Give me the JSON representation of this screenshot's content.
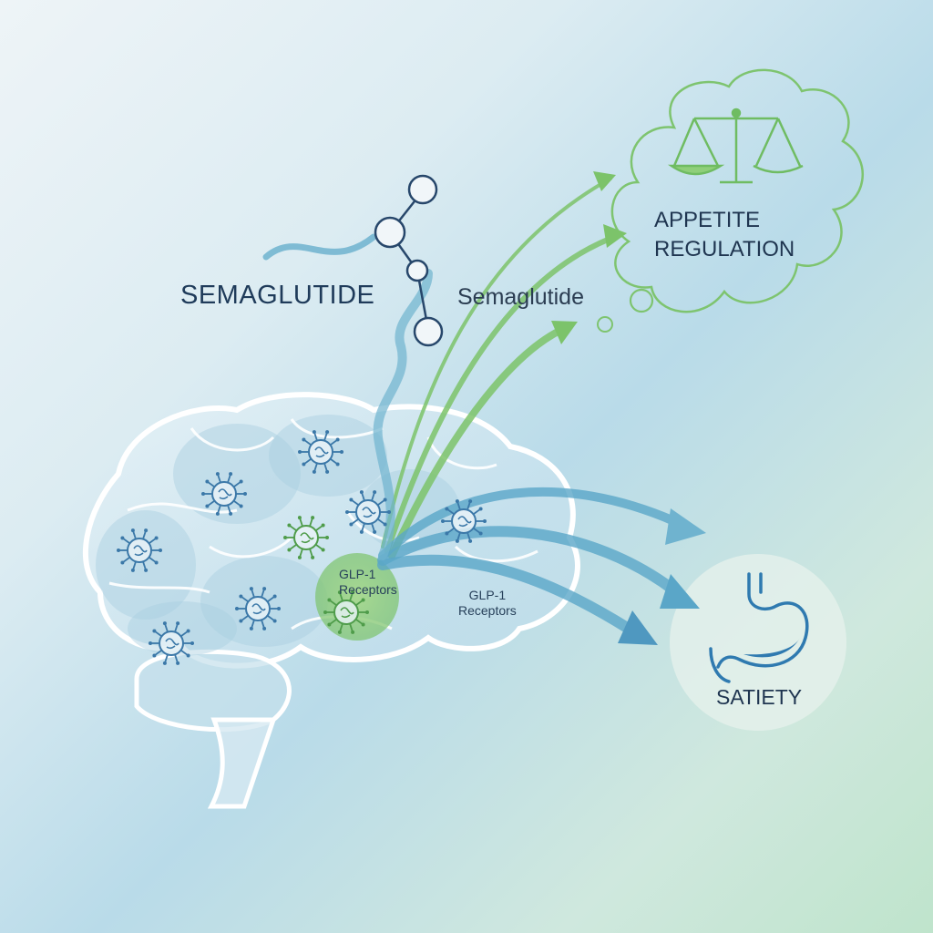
{
  "labels": {
    "drug_name_main": "SEMAGLUTIDE",
    "drug_name_secondary": "Semaglutide",
    "appetite_line1": "APPETITE",
    "appetite_line2": "REGULATION",
    "satiety": "SATIETY",
    "receptor_a_line1": "GLP-1",
    "receptor_a_line2": "Receptors",
    "receptor_b_line1": "GLP-1",
    "receptor_b_line2": "Receptors"
  },
  "icons": {
    "balance": "balance-scale-icon",
    "stomach": "stomach-icon",
    "receptor": "receptor-cell-icon",
    "molecule": "molecule-chain-icon"
  },
  "colors": {
    "blue_flow": "#5aa6c8",
    "green_flow": "#7cc36a",
    "outline_green": "#7ec46f",
    "dark_navy": "#1f3b5a",
    "receptor_blue": "#3b78a8",
    "receptor_green": "#4f9c4a"
  }
}
